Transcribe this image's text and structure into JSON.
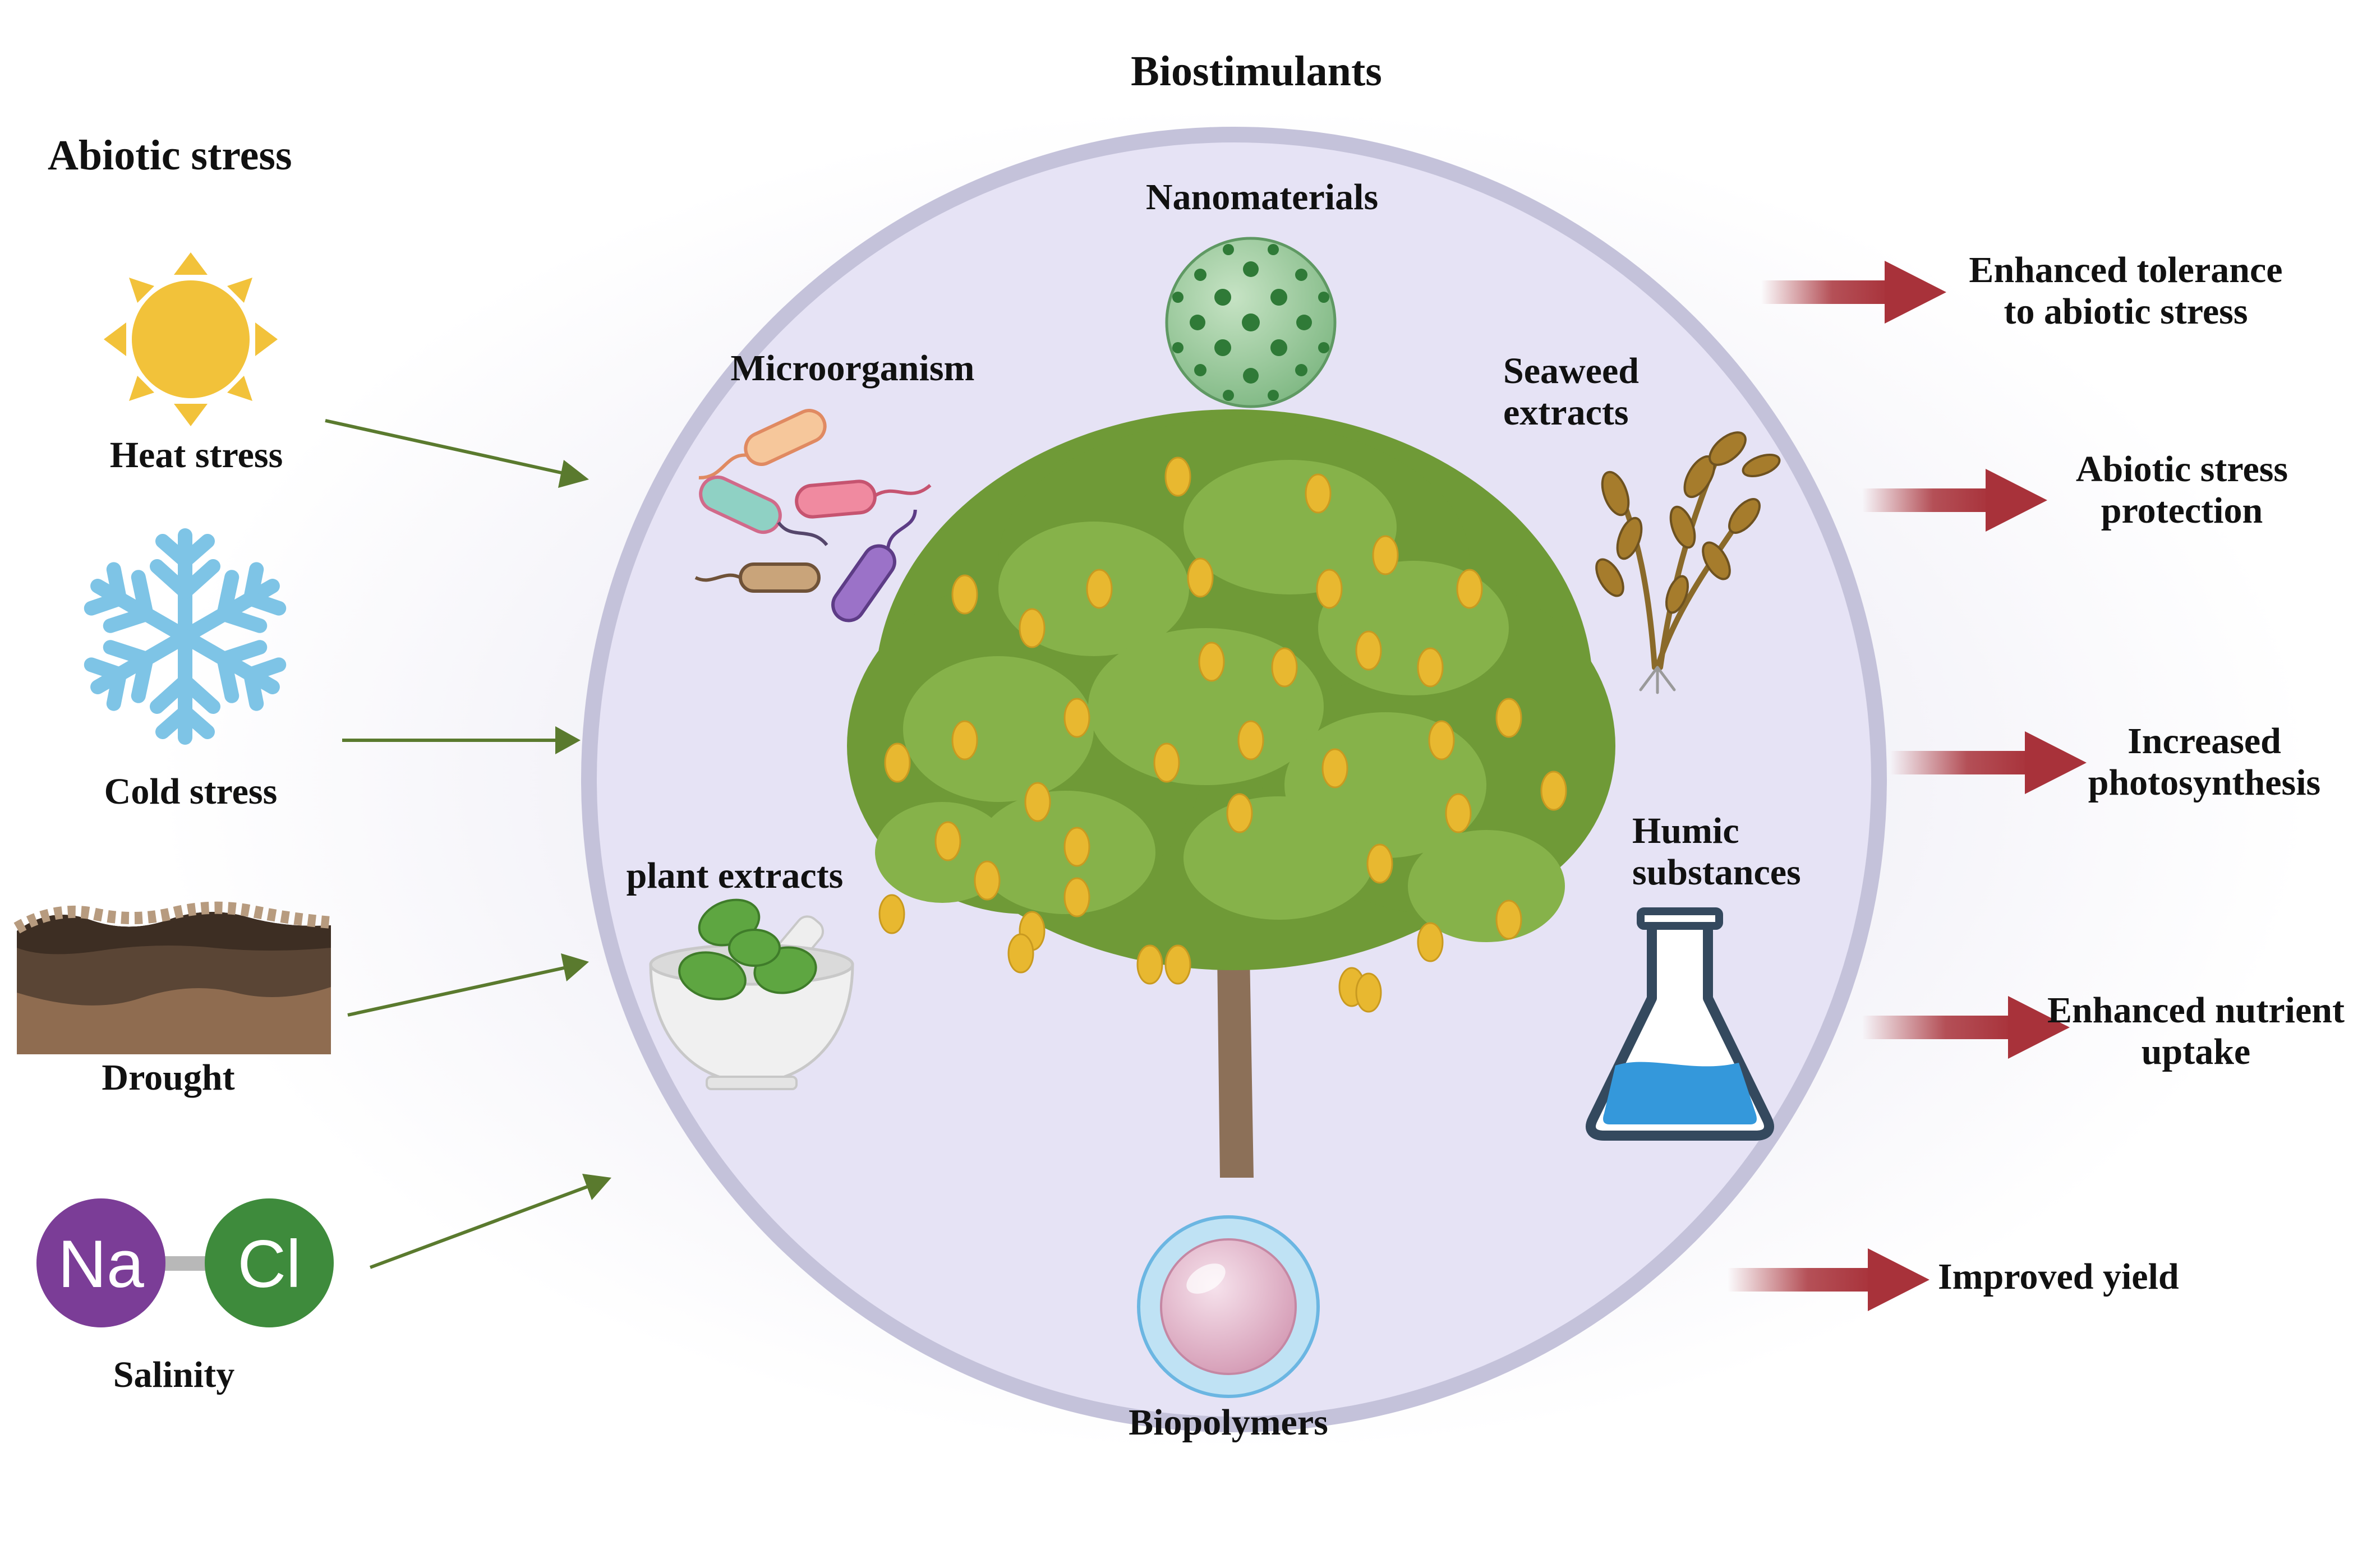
{
  "title": "Biostimulants",
  "left_panel": {
    "heading": "Abiotic stress",
    "items": [
      {
        "label": "Heat stress",
        "icon": "sun-icon"
      },
      {
        "label": "Cold stress",
        "icon": "snowflake-icon"
      },
      {
        "label": "Drought",
        "icon": "soil-layers-icon"
      },
      {
        "label": "Salinity",
        "icon": "nacl-molecule-icon"
      }
    ],
    "molecule": {
      "atom1": "Na",
      "atom2": "Cl"
    }
  },
  "circle": {
    "nanomaterials": "Nanomaterials",
    "microorganism": "Microorganism",
    "seaweed": [
      "Seaweed",
      "extracts"
    ],
    "plant_extracts": "plant extracts",
    "humic": [
      "Humic",
      "substances"
    ],
    "biopolymers": "Biopolymers"
  },
  "outcomes": [
    {
      "line1": "Enhanced tolerance",
      "line2": "to abiotic stress"
    },
    {
      "line1": "Abiotic stress",
      "line2": "protection"
    },
    {
      "line1": "Increased",
      "line2": "photosynthesis"
    },
    {
      "line1": "Enhanced nutrient",
      "line2": "uptake"
    },
    {
      "line1": "Improved yield",
      "line2": ""
    }
  ],
  "colors": {
    "circle_fill": "#e6e3f5",
    "circle_stroke": "#c4c2da",
    "input_arrow": "#5a7a2e",
    "output_arrow": "#a8323a",
    "tree_foliage": "#7da641",
    "fruit": "#e8b830",
    "sun": "#f2c23a",
    "snowflake": "#7ec4e6",
    "sodium": "#7b3d97",
    "chlorine": "#3e8b3c"
  }
}
